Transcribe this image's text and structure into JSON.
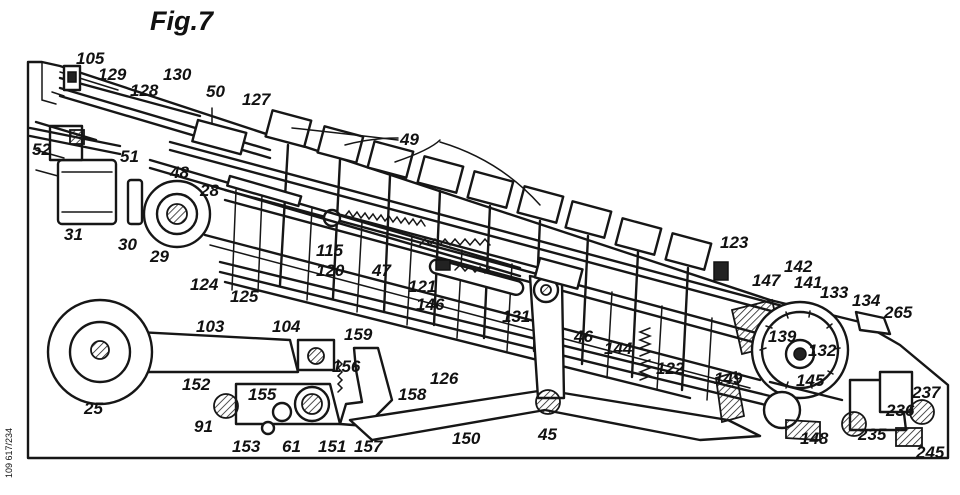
{
  "figure": {
    "title": "Fig.7",
    "side_note": "109 617/234"
  },
  "labels": {
    "l105": "105",
    "l129": "129",
    "l130": "130",
    "l128": "128",
    "l50": "50",
    "l127": "127",
    "l49": "49",
    "l52": "52",
    "l51": "51",
    "l48": "48",
    "l28": "28",
    "l31": "31",
    "l30": "30",
    "l29": "29",
    "l115": "115",
    "l47": "47",
    "l124": "124",
    "l120": "120",
    "l121": "121",
    "l146": "146",
    "l125": "125",
    "l131": "131",
    "l123": "123",
    "l142": "142",
    "l147": "147",
    "l141": "141",
    "l133": "133",
    "l134": "134",
    "l265": "265",
    "l103": "103",
    "l104": "104",
    "l159": "159",
    "l156": "156",
    "l46": "46",
    "l144": "144",
    "l139": "139",
    "l132": "132",
    "l122": "122",
    "l126": "126",
    "l145": "145",
    "l149": "149",
    "l25": "25",
    "l152": "152",
    "l155": "155",
    "l158": "158",
    "l91": "91",
    "l153": "153",
    "l61": "61",
    "l151": "151",
    "l157": "157",
    "l150": "150",
    "l45": "45",
    "l148": "148",
    "l235": "235",
    "l236": "236",
    "l237": "237",
    "l245": "245"
  }
}
